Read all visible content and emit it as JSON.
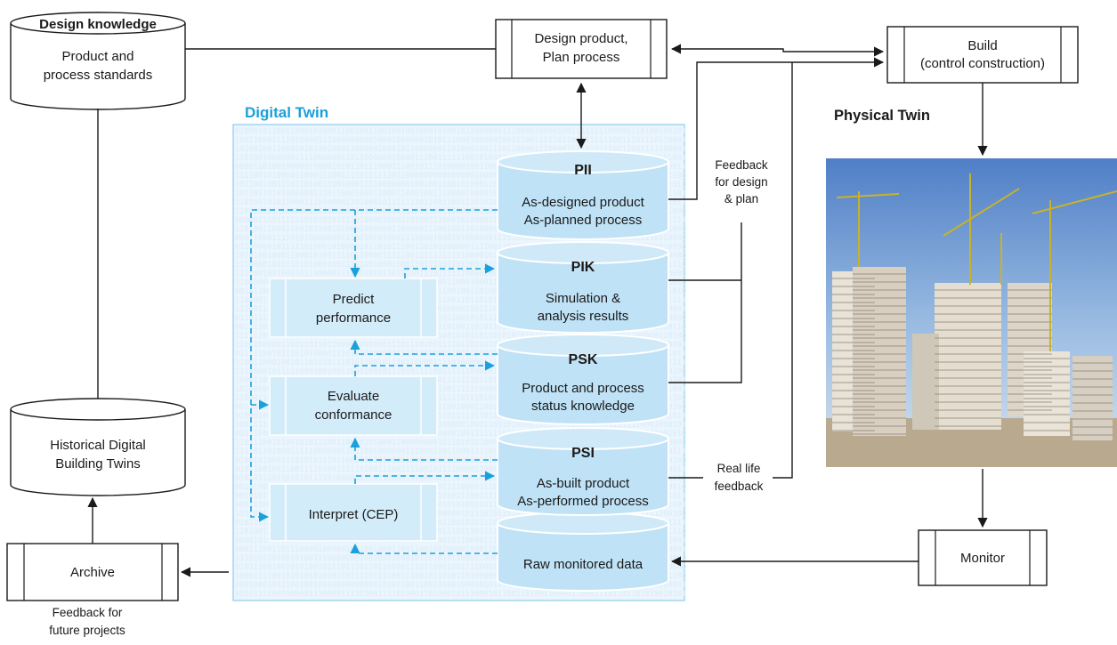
{
  "boxes": {
    "design_knowledge": {
      "title": "Design knowledge",
      "line1": "Product and",
      "line2": "process standards"
    },
    "design_product": {
      "line1": "Design product,",
      "line2": "Plan process"
    },
    "build": {
      "line1": "Build",
      "line2": "(control construction)"
    },
    "historical": {
      "line1": "Historical Digital",
      "line2": "Building Twins"
    },
    "archive": {
      "label": "Archive"
    },
    "monitor": {
      "label": "Monitor"
    }
  },
  "digital_twin": {
    "title": "Digital Twin"
  },
  "physical_twin": {
    "title": "Physical Twin"
  },
  "layers": {
    "pii": {
      "title": "PII",
      "line1": "As-designed product",
      "line2": "As-planned process"
    },
    "pik": {
      "title": "PIK",
      "line1": "Simulation &",
      "line2": "analysis results"
    },
    "psk": {
      "title": "PSK",
      "line1": "Product and process",
      "line2": "status knowledge"
    },
    "psi": {
      "title": "PSI",
      "line1": "As-built product",
      "line2": "As-performed process"
    },
    "raw": {
      "line1": "Raw monitored data"
    }
  },
  "processes": {
    "predict": {
      "line1": "Predict",
      "line2": "performance"
    },
    "evaluate": {
      "line1": "Evaluate",
      "line2": "conformance"
    },
    "interpret": {
      "line1": "Interpret (CEP)"
    }
  },
  "annotations": {
    "feedback_design": {
      "line1": "Feedback",
      "line2": "for design",
      "line3": "& plan"
    },
    "real_life": {
      "line1": "Real life",
      "line2": "feedback"
    },
    "future": {
      "line1": "Feedback for",
      "line2": "future projects"
    }
  },
  "colors": {
    "line": "#1a1a1a",
    "twin_fill": "#eaf5fd",
    "twin_border": "#8ccdf0",
    "layer_fill": "#bfe2f6",
    "layer_stroke": "#ffffff",
    "process_fill": "#d3ecfa",
    "dashed": "#1aa0dc"
  },
  "photo": {
    "subject": "high-rise construction site with tower cranes"
  }
}
